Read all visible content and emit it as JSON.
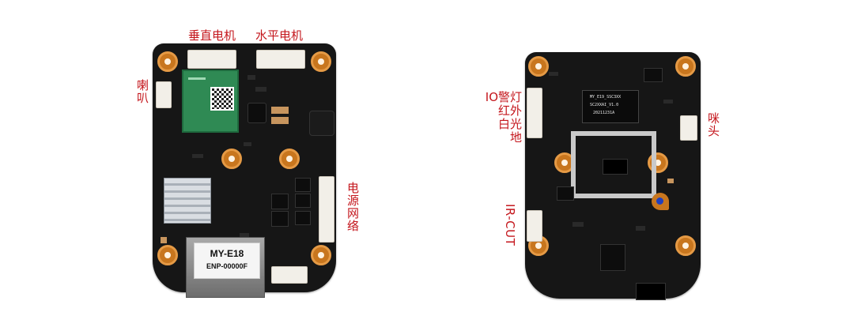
{
  "left_board": {
    "sticker_model": "MY-E18",
    "sticker_serial": "ENP-00000F",
    "labels": {
      "vertical_motor": "垂直电机",
      "horizontal_motor": "水平电机",
      "speaker": "喇叭",
      "power_network": "电源网络"
    }
  },
  "right_board": {
    "silk_lines": [
      "MY_E19_SSC3XX",
      "SC2XXAI_V1.0",
      "20211231A"
    ],
    "labels": {
      "io_line1": "IO警灯",
      "io_line2": "红外",
      "io_line3": "白光",
      "io_line4": "地",
      "mic": "咪头",
      "ir_cut": "IR-CUT"
    }
  },
  "colors": {
    "label_red": "#c4161c",
    "pcb_black": "#161616",
    "wifi_module_green": "#2f8a54",
    "mounting_hole_copper": "#c8761e"
  }
}
